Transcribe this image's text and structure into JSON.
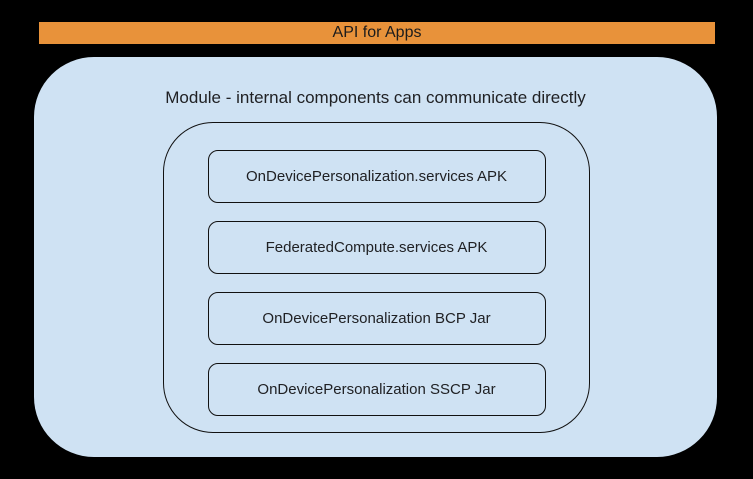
{
  "banner": {
    "label": "API for Apps"
  },
  "module": {
    "title": "Module - internal components can communicate directly",
    "components": [
      {
        "label": "OnDevicePersonalization.services APK"
      },
      {
        "label": "FederatedCompute.services APK"
      },
      {
        "label": "OnDevicePersonalization BCP Jar"
      },
      {
        "label": "OnDevicePersonalization SSCP Jar"
      }
    ]
  },
  "colors": {
    "page_bg": "#000000",
    "banner_bg": "#e8923a",
    "module_bg": "#cfe2f3",
    "outline": "#111111",
    "text": "#202124"
  }
}
